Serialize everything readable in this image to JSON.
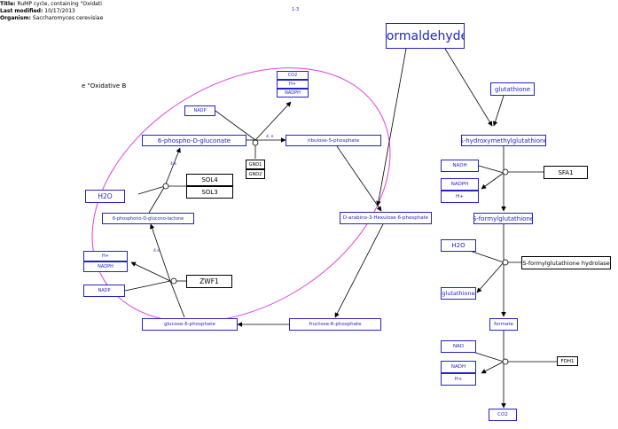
{
  "header": {
    "title_label": "Title:",
    "title_value": "RuMP cycle, containing \"Oxidati",
    "modified_label": "Last modified:",
    "modified_value": "10/17/2013",
    "organism_label": "Organism:",
    "organism_value": "Saccharomyces cerevisiae",
    "page_number": "1-3"
  },
  "group_label_fragment": "e \"Oxidative B",
  "metabolites": {
    "formaldehyde": "formaldehyde",
    "glutathione_top": "glutathione",
    "hmg": "S-hydroxymethylglutathione",
    "nadh_1": "NADH",
    "nadph_1": "NADPH",
    "h_1": "H+",
    "sfg": "S-formylglutathione",
    "h2o_right": "H2O",
    "glutathione_bottom": "glutathione",
    "formate": "formate",
    "nad": "NAD",
    "nadh_2": "NADH",
    "h_2": "H+",
    "co2_bottom": "CO2",
    "co2_top": "CO2",
    "h_top": "H+",
    "nadph_top": "NADPH",
    "nadp_top": "NADP",
    "phosphogluconate": "6-phospho-D-gluconate",
    "ribulose": "ribulose-5-phosphate",
    "h2o_left": "H2O",
    "lactone": "6-phosphono-D-glucono-lactone",
    "arabino": "D-arabino-3-Hexulose 6-phosphate",
    "h_left": "H+",
    "nadph_left": "NADPH",
    "nadp_left": "NADP",
    "g6p": "glucose-6-phosphate",
    "f6p": "fructose-6-phosphate"
  },
  "genes": {
    "sfa1": "SFA1",
    "sfg_hydrolase": "S-formylglutathione hydrolase",
    "fdh1": "FDH1",
    "gnd1": "GND1",
    "gnd2": "GND2",
    "sol4": "SOL4",
    "sol3": "SOL3",
    "zwf1": "ZWF1"
  },
  "reaction_labels": {
    "gnd": "4, e",
    "sol": "4.e",
    "zwf": "4.e"
  },
  "colors": {
    "metabolite": "#2323c8",
    "gene": "#000000",
    "group_outline": "#e040e0"
  }
}
